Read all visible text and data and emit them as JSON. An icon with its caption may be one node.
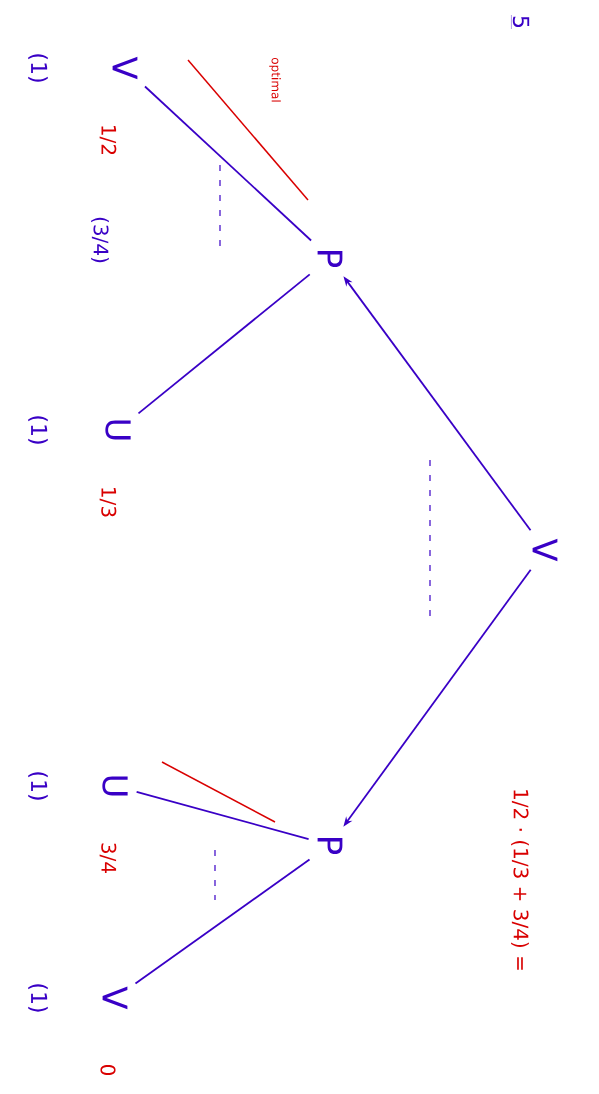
{
  "diagram": {
    "nodes": [
      {
        "text": [
          "V"
        ]
      },
      {
        "text": [
          "P"
        ]
      },
      {
        "text": [
          "P"
        ]
      },
      {
        "text": [
          "V"
        ],
        "beside": [
          "(1)",
          "1/2"
        ]
      },
      {
        "text": [
          "U"
        ],
        "beside": [
          "(1)",
          "1/3"
        ]
      },
      {
        "text": [
          "U"
        ],
        "beside": [
          "(1)",
          "3/4"
        ]
      },
      {
        "text": [
          "V"
        ],
        "beside": [
          "(1)",
          "0"
        ]
      }
    ],
    "edges": [
      {
        "from": 0,
        "to": 1,
        "arrow": "to"
      },
      {
        "from": 0,
        "to": 2,
        "arrow": "to"
      },
      {
        "from": 1,
        "to": 3,
        "arrow": "none"
      },
      {
        "from": 1,
        "to": 4,
        "arrow": "none"
      },
      {
        "from": 2,
        "to": 5,
        "arrow": "none"
      },
      {
        "from": 2,
        "to": 6,
        "arrow": "none"
      }
    ],
    "labels": [
      "5",
      "optimal",
      "(3/4)",
      "1/2 · (1/3 + 3/4) ="
    ]
  }
}
